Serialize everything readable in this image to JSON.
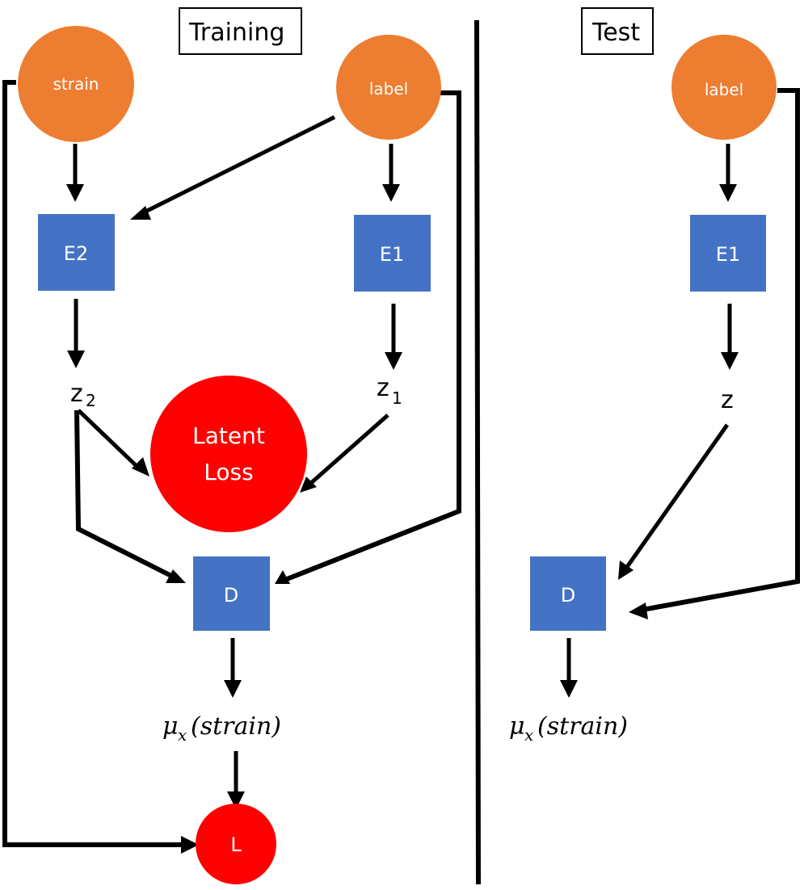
{
  "sections": {
    "training_title": "Training",
    "test_title": "Test"
  },
  "training": {
    "strain_node": "strain",
    "label_node": "label",
    "encoder2": "E2",
    "encoder1": "E1",
    "z2_base": "z",
    "z2_sub": "2",
    "z1_base": "z",
    "z1_sub": "1",
    "latent_loss_line1": "Latent",
    "latent_loss_line2": "Loss",
    "decoder": "D",
    "output_mu": "μ",
    "output_sub": "x",
    "output_arg": "(strain)",
    "loss_node": "L"
  },
  "test": {
    "label_node": "label",
    "encoder1": "E1",
    "z_label": "z",
    "decoder": "D",
    "output_mu": "μ",
    "output_sub": "x",
    "output_arg": "(strain)"
  },
  "colors": {
    "input_node": "#ED7D31",
    "block": "#4472C4",
    "loss_node": "#FF0000",
    "line": "#000000"
  }
}
